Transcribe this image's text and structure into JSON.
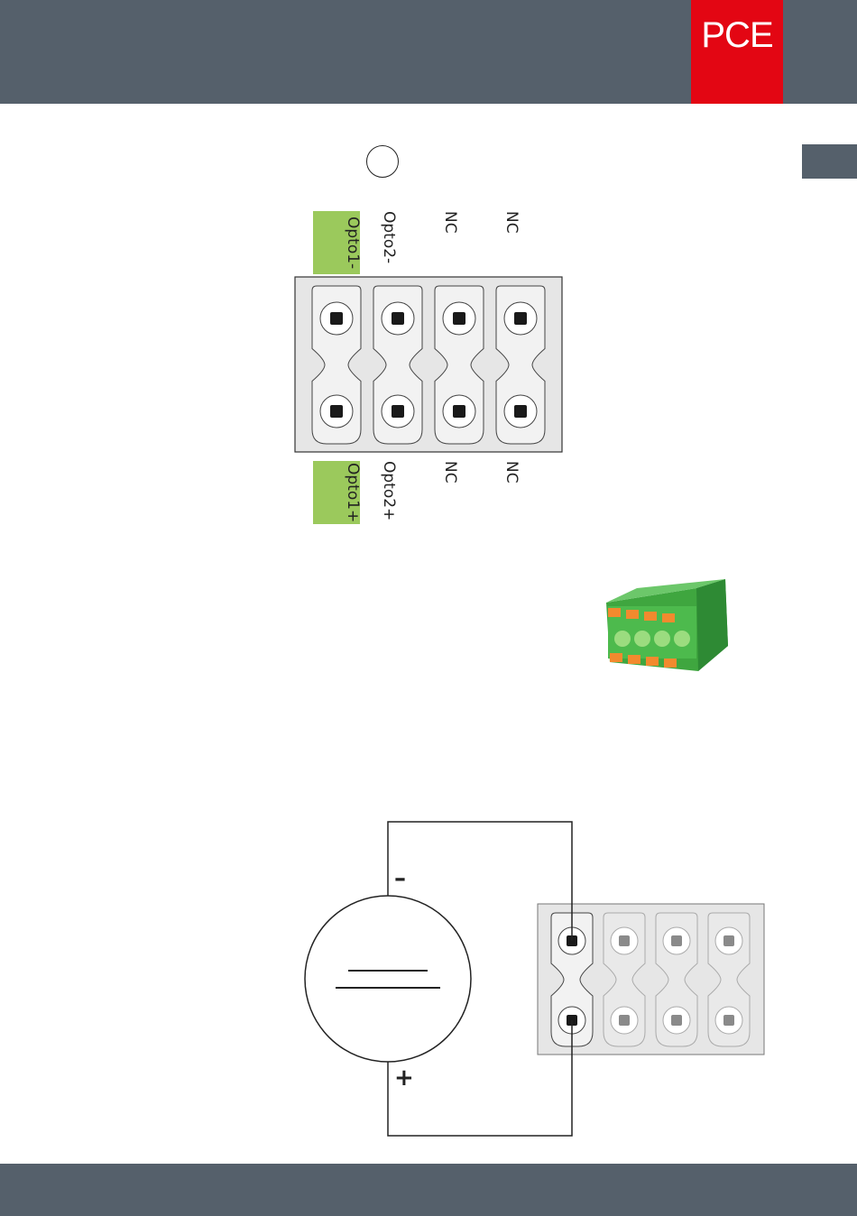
{
  "header": {
    "logo_text": "PCE",
    "brand_color": "#e30613",
    "bar_color": "#55606b"
  },
  "terminal_block": {
    "top_labels": [
      "Opto1-",
      "Opto2-",
      "NC",
      "NC"
    ],
    "bottom_labels": [
      "Opto1+",
      "Opto2+",
      "NC",
      "NC"
    ],
    "highlight_color": "#9bc95c"
  },
  "connector_photo": {
    "icon": "green-plug-connector-image"
  },
  "circuit": {
    "minus_sign": "–",
    "plus_sign": "+",
    "source_icon": "dc-voltage-source-icon"
  }
}
